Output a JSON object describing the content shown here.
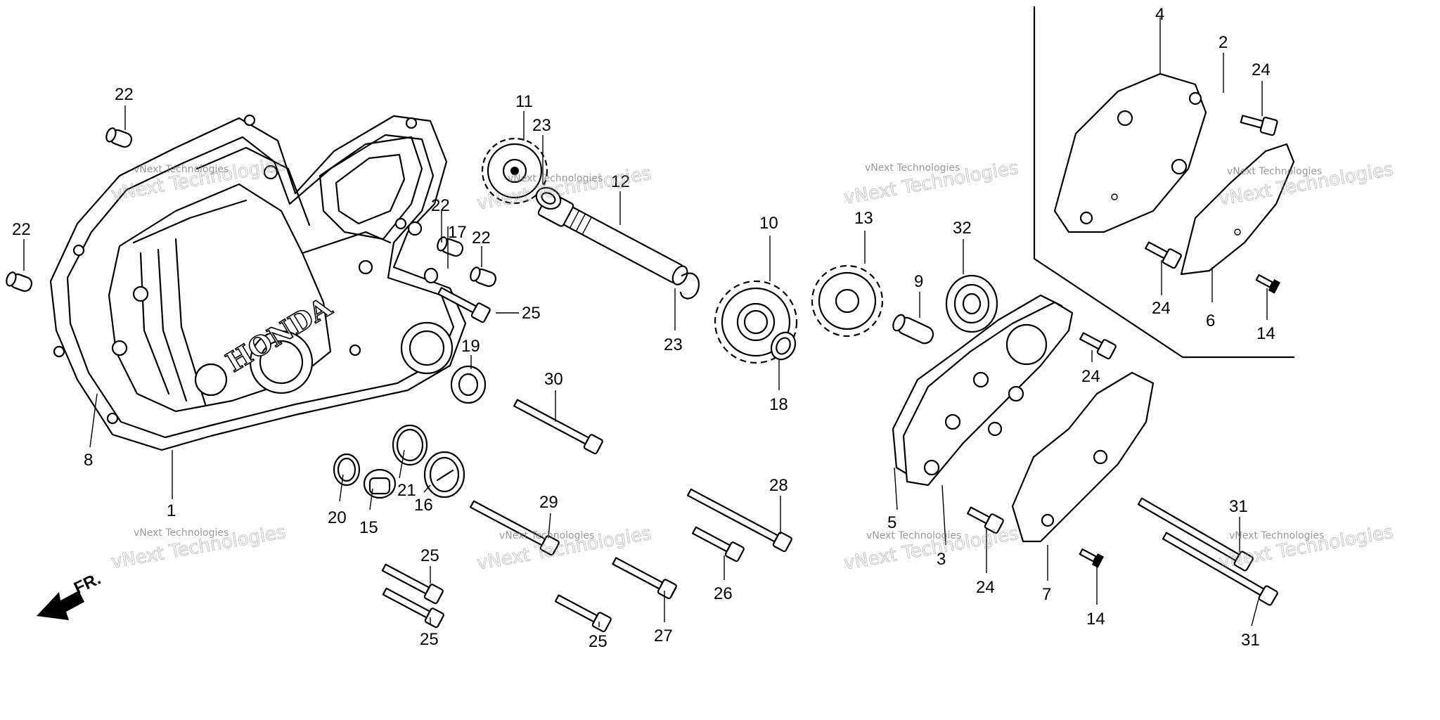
{
  "diagram": {
    "brand_text": "HONDA",
    "direction_label": "FR.",
    "watermark": {
      "small": "vNext Technologies",
      "big": "vNext Technologies"
    },
    "callouts": [
      "22",
      "22",
      "11",
      "23",
      "12",
      "17",
      "22",
      "22",
      "25",
      "23",
      "19",
      "30",
      "10",
      "18",
      "13",
      "32",
      "9",
      "4",
      "2",
      "24",
      "24",
      "6",
      "14",
      "24",
      "8",
      "1",
      "20",
      "15",
      "21",
      "16",
      "29",
      "25",
      "25",
      "25",
      "28",
      "26",
      "27",
      "5",
      "3",
      "24",
      "7",
      "14",
      "31",
      "31"
    ]
  }
}
